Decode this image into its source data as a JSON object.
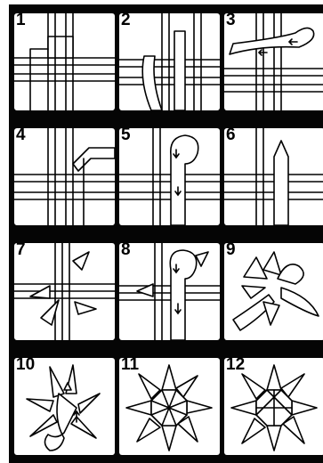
{
  "steps": [
    {
      "number": "1",
      "icon": "weave-start"
    },
    {
      "number": "2",
      "icon": "weave-strips"
    },
    {
      "number": "3",
      "icon": "fold-strip"
    },
    {
      "number": "4",
      "icon": "fold-corner"
    },
    {
      "number": "5",
      "icon": "tuck-strip"
    },
    {
      "number": "6",
      "icon": "square-base"
    },
    {
      "number": "7",
      "icon": "points-begin"
    },
    {
      "number": "8",
      "icon": "curl-points"
    },
    {
      "number": "9",
      "icon": "fold-points"
    },
    {
      "number": "10",
      "icon": "star-forming"
    },
    {
      "number": "11",
      "icon": "star-complete-front"
    },
    {
      "number": "12",
      "icon": "star-complete-back"
    }
  ]
}
